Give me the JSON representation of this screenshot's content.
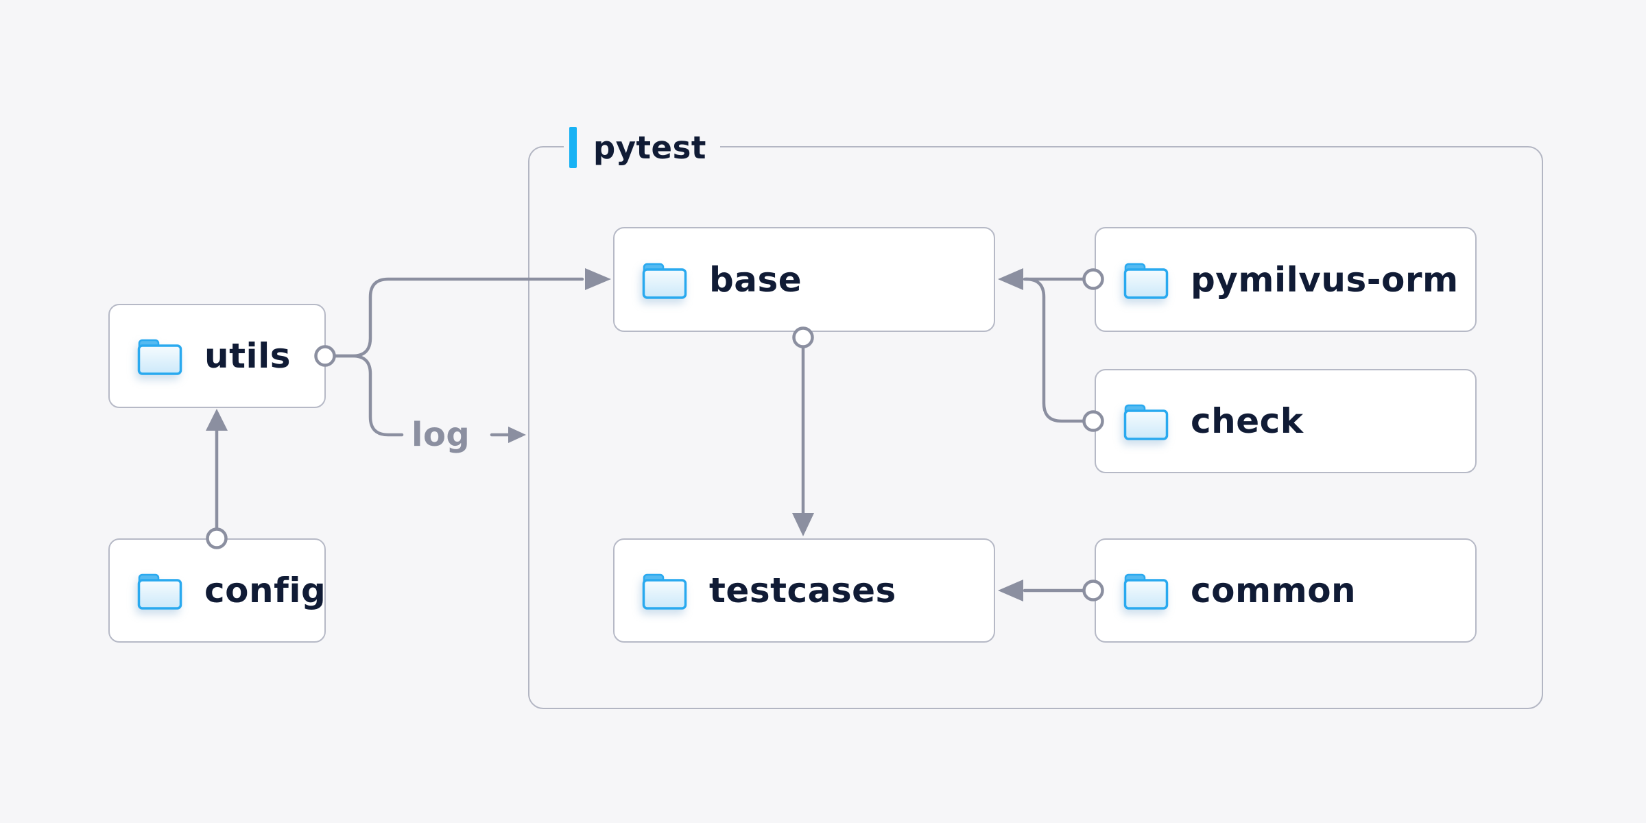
{
  "canvas": {
    "background": "#f6f6f8"
  },
  "group": {
    "label": "pytest"
  },
  "nodes": {
    "utils": {
      "label": "utils",
      "icon": "folder-icon"
    },
    "config": {
      "label": "config",
      "icon": "folder-icon"
    },
    "base": {
      "label": "base",
      "icon": "folder-icon"
    },
    "pymilvus_orm": {
      "label": "pymilvus-orm",
      "icon": "folder-icon"
    },
    "check": {
      "label": "check",
      "icon": "folder-icon"
    },
    "testcases": {
      "label": "testcases",
      "icon": "folder-icon"
    },
    "common": {
      "label": "common",
      "icon": "folder-icon"
    }
  },
  "edge_labels": {
    "log": "log"
  },
  "edges": [
    {
      "from": "config",
      "to": "utils"
    },
    {
      "from": "utils",
      "to": "base"
    },
    {
      "from": "utils",
      "to": "pytest-group",
      "label": "log"
    },
    {
      "from": "pymilvus-orm",
      "to": "base"
    },
    {
      "from": "check",
      "to": "base"
    },
    {
      "from": "base",
      "to": "testcases"
    },
    {
      "from": "common",
      "to": "testcases"
    }
  ],
  "colors": {
    "background": "#f6f6f8",
    "node_fill": "#ffffff",
    "node_border": "#b6b9c6",
    "connector": "#8b8fa0",
    "label_text": "#101b35",
    "muted_label": "#8b8fa0",
    "accent_blue": "#18b2f4",
    "folder_stroke": "#29a9ef",
    "folder_tab": "#55baf1",
    "folder_fill_top": "#f5fbfe",
    "folder_fill_bottom": "#cde9fa"
  }
}
